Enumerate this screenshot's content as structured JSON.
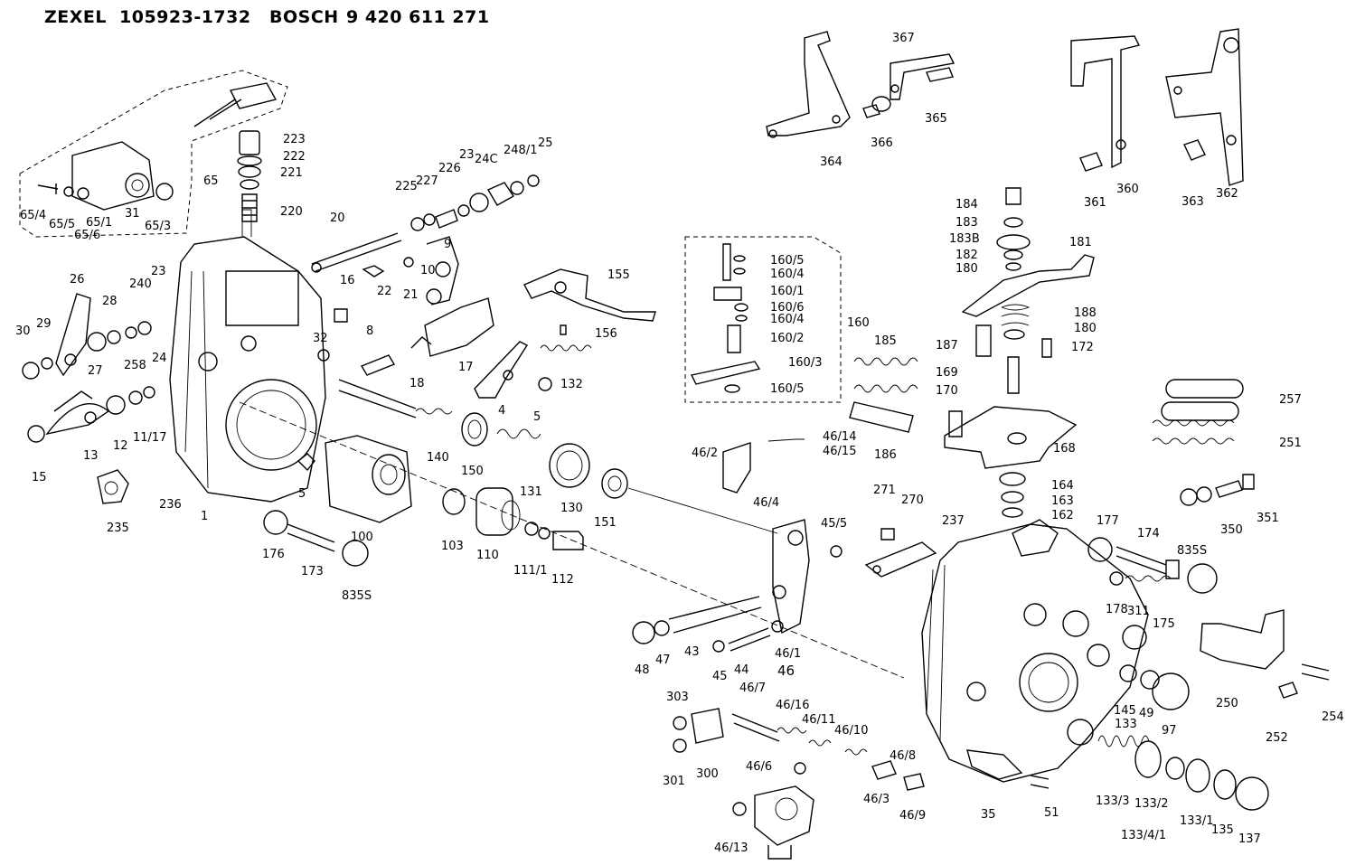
{
  "header": {
    "brand1": "ZEXEL",
    "number1": "105923-1732",
    "brand2": "BOSCH",
    "number2": "9 420 611 271"
  },
  "labels": [
    "65/4",
    "65/5",
    "65/6",
    "65/1",
    "65/3",
    "65",
    "223",
    "222",
    "221",
    "220",
    "31",
    "23",
    "26",
    "240",
    "28",
    "30",
    "29",
    "27",
    "258",
    "24",
    "20",
    "22",
    "21",
    "225",
    "227",
    "226",
    "23",
    "24C",
    "248/1",
    "25",
    "9",
    "10",
    "16",
    "32",
    "8",
    "18",
    "17",
    "155",
    "156",
    "4",
    "5",
    "132",
    "13",
    "12",
    "11/17",
    "15",
    "236",
    "1",
    "5",
    "140",
    "150",
    "131",
    "130",
    "151",
    "235",
    "176",
    "173",
    "835S",
    "100",
    "103",
    "110",
    "111/1",
    "112",
    "160/5",
    "160/4",
    "160/1",
    "160/6",
    "160/4",
    "160/2",
    "160/3",
    "160/5",
    "160",
    "185",
    "186",
    "46/14",
    "46/15",
    "46/2",
    "46/4",
    "271",
    "270",
    "237",
    "45/5",
    "48",
    "47",
    "43",
    "45",
    "44",
    "46/1",
    "46",
    "303",
    "301",
    "300",
    "46/7",
    "46/16",
    "46/11",
    "46/10",
    "46/6",
    "46/3",
    "46/8",
    "46/9",
    "46/13",
    "367",
    "365",
    "366",
    "364",
    "360",
    "361",
    "362",
    "363",
    "184",
    "183",
    "183B",
    "182",
    "180",
    "181",
    "188",
    "180",
    "187",
    "172",
    "169",
    "170",
    "168",
    "164",
    "163",
    "162",
    "257",
    "251",
    "350",
    "351",
    "177",
    "174",
    "835S",
    "178",
    "311",
    "175",
    "145",
    "49",
    "97",
    "250",
    "252",
    "254",
    "133",
    "133/3",
    "133/2",
    "133/1",
    "133/4/1",
    "135",
    "137",
    "35",
    "51"
  ]
}
